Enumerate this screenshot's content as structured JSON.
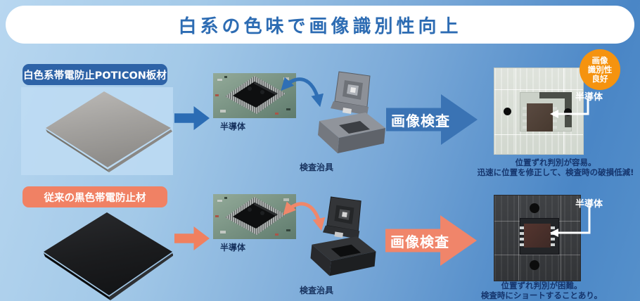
{
  "banner": {
    "title": "白系の色味で画像識別性向上"
  },
  "badge": {
    "lines": [
      "画像",
      "識別性",
      "良好"
    ]
  },
  "rows": [
    {
      "material_label": "白色系帯電防止POTICON板材",
      "chip_label": "半導体",
      "jig_label": "検査治具",
      "inspection_label": "画像検査",
      "result_chip_label": "半導体",
      "caption_lines": [
        "位置ずれ判別が容易。",
        "迅速に位置を修正して、検査時の破損低減!"
      ]
    },
    {
      "material_label": "従来の黒色帯電防止材",
      "chip_label": "半導体",
      "jig_label": "検査治具",
      "inspection_label": "画像検査",
      "result_chip_label": "半導体",
      "caption_lines": [
        "位置ずれ判別が困難。",
        "検査時にショートすることあり。"
      ]
    }
  ],
  "colors": {
    "title_blue": "#2d6cb3",
    "label_blue": "#2e63a7",
    "label_orange": "#f08164",
    "arrow_blue": "#3a73b4",
    "arrow_orange": "#f0856a",
    "badge_orange": "#f5930f",
    "caption_navy": "#15356d"
  }
}
